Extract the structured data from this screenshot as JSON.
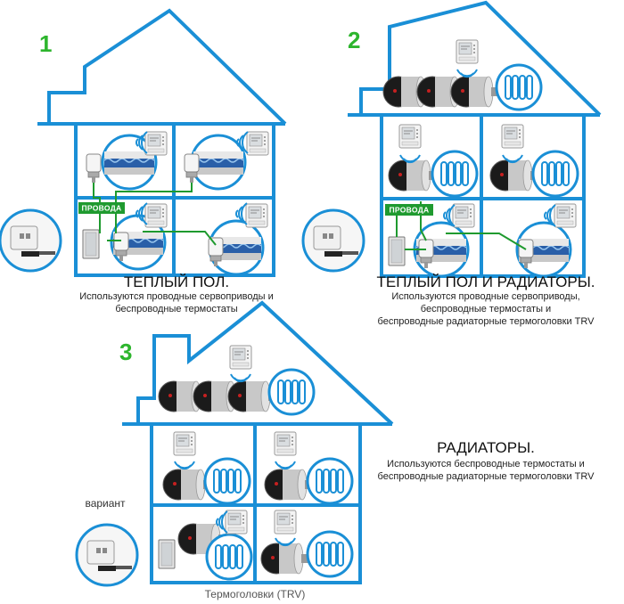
{
  "scheme1": {
    "number": "1",
    "title": "ТЕПЛЫЙ ПОЛ.",
    "desc_line1": "Используются проводные сервоприводы и",
    "desc_line2": "беспроводные термостаты",
    "wire_label": "ПРОВОДА"
  },
  "scheme2": {
    "number": "2",
    "title": "ТЕПЛЫЙ ПОЛ И РАДИАТОРЫ.",
    "desc_line1": "Используются проводные сервоприводы,",
    "desc_line2": "беспроводные термостаты и",
    "desc_line3": "беспроводные радиаторные термоголовки TRV",
    "wire_label": "ПРОВОДА"
  },
  "scheme3": {
    "number": "3",
    "title": "РАДИАТОРЫ.",
    "desc_line1": "Используются беспроводные термостаты и",
    "desc_line2": "беспроводные радиаторные термоголовки TRV",
    "variant_label": "вариант",
    "trv_label": "Термоголовки (TRV)"
  },
  "colors": {
    "house_outline": "#1a8fd6",
    "number_green": "#2db52d",
    "wire_green": "#1f9a2f",
    "wireless_blue": "#1a8fd6"
  }
}
